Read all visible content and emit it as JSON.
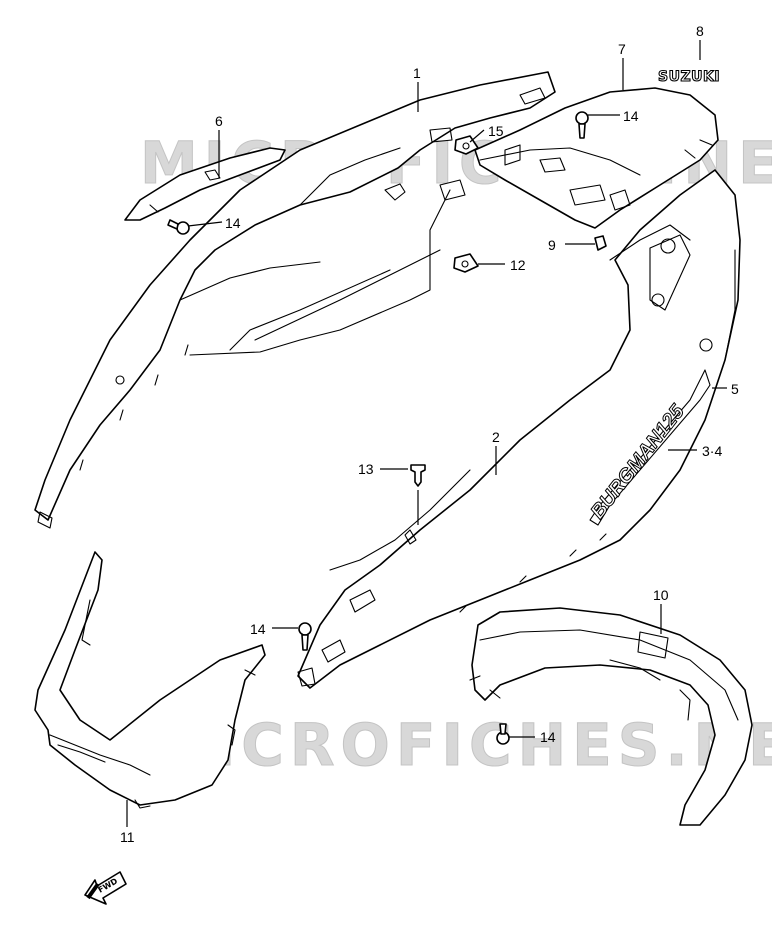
{
  "watermark": {
    "text": "MICROFICHES.NET"
  },
  "brand": {
    "emblem_text": "SUZUKI"
  },
  "decal_text": "BURGMAN125",
  "direction": {
    "label": "FWD"
  },
  "callouts": [
    {
      "id": "c1",
      "label": "1"
    },
    {
      "id": "c2",
      "label": "2"
    },
    {
      "id": "c34",
      "label": "3·4"
    },
    {
      "id": "c5",
      "label": "5"
    },
    {
      "id": "c6",
      "label": "6"
    },
    {
      "id": "c7",
      "label": "7"
    },
    {
      "id": "c8",
      "label": "8"
    },
    {
      "id": "c9",
      "label": "9"
    },
    {
      "id": "c10",
      "label": "10"
    },
    {
      "id": "c11",
      "label": "11"
    },
    {
      "id": "c12",
      "label": "12"
    },
    {
      "id": "c13",
      "label": "13"
    },
    {
      "id": "c14a",
      "label": "14"
    },
    {
      "id": "c14b",
      "label": "14"
    },
    {
      "id": "c14c",
      "label": "14"
    },
    {
      "id": "c14d",
      "label": "14"
    },
    {
      "id": "c15",
      "label": "15"
    }
  ]
}
